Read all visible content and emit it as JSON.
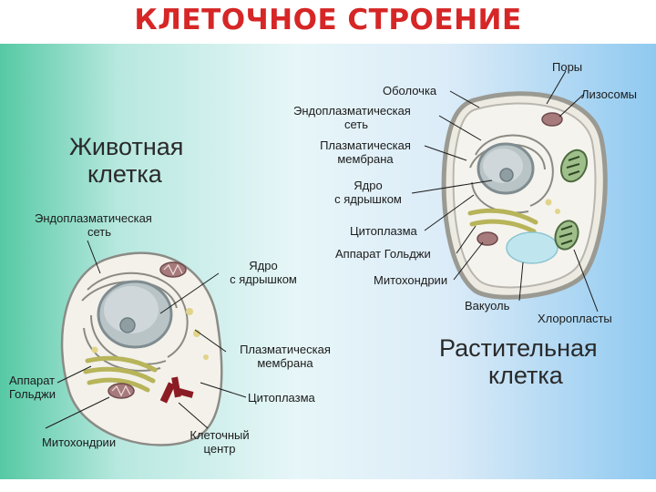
{
  "title": "КЛЕТОЧНОЕ СТРОЕНИЕ",
  "animal": {
    "heading": [
      "Животная",
      "клетка"
    ],
    "labels": {
      "er": [
        "Эндоплазматическая",
        "сеть"
      ],
      "nucleus": [
        "Ядро",
        "с ядрышком"
      ],
      "golgi": [
        "Аппарат",
        "Гольджи"
      ],
      "membrane": [
        "Плазматическая",
        "мембрана"
      ],
      "cytoplasm": "Цитоплазма",
      "mitochondria": "Митохондрии",
      "centrosome": [
        "Клеточный",
        "центр"
      ]
    }
  },
  "plant": {
    "heading": [
      "Растительная",
      "клетка"
    ],
    "labels": {
      "pores": "Поры",
      "wall": "Оболочка",
      "lysosomes": "Лизосомы",
      "er": [
        "Эндоплазматическая",
        "сеть"
      ],
      "membrane": [
        "Плазматическая",
        "мембрана"
      ],
      "nucleus": [
        "Ядро",
        "с ядрышком"
      ],
      "cytoplasm": "Цитоплазма",
      "golgi": "Аппарат Гольджи",
      "mitochondria": "Митохондрии",
      "vacuole": "Вакуоль",
      "chloroplasts": "Хлоропласты"
    }
  }
}
